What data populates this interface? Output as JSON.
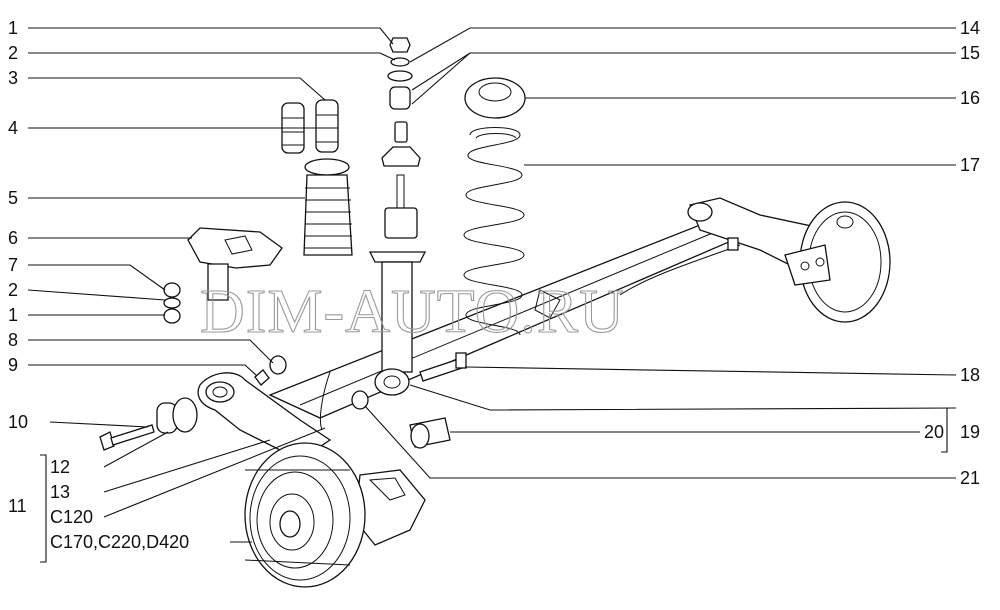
{
  "watermark": "DIM-AUTO.RU",
  "callouts": {
    "c1a": "1",
    "c2a": "2",
    "c3": "3",
    "c4": "4",
    "c5": "5",
    "c6": "6",
    "c7": "7",
    "c2b": "2",
    "c1b": "1",
    "c8": "8",
    "c9": "9",
    "c10": "10",
    "c12": "12",
    "c13": "13",
    "c11": "11",
    "m1": "C120",
    "m2": "C170,C220,D420",
    "c14": "14",
    "c15": "15",
    "c16": "16",
    "c17": "17",
    "c18": "18",
    "c19": "19",
    "c20": "20",
    "c21": "21"
  }
}
